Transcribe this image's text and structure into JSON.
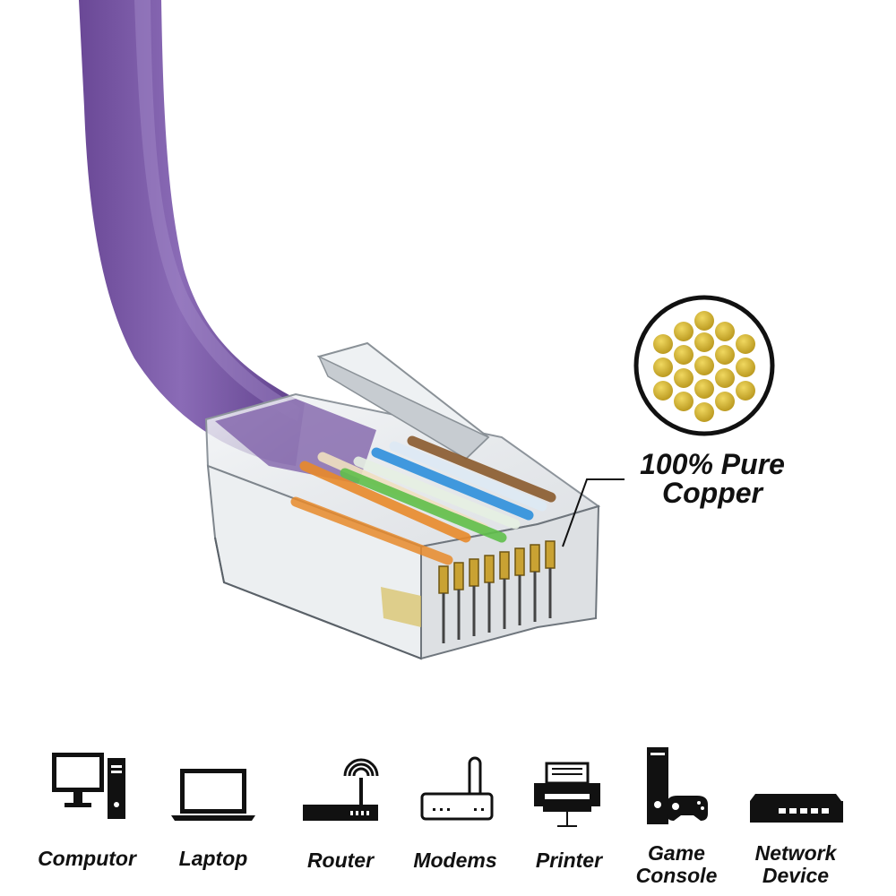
{
  "copper_callout": {
    "line1": "100% Pure",
    "line2": "Copper"
  },
  "colors": {
    "cable_purple": "#7a5aa6",
    "copper_strand": "#d8b92e",
    "icon_black": "#111111"
  },
  "devices": [
    {
      "label": "Computor",
      "icon": "computer-icon"
    },
    {
      "label": "Laptop",
      "icon": "laptop-icon"
    },
    {
      "label": "Router",
      "icon": "router-icon"
    },
    {
      "label": "Modems",
      "icon": "modem-icon"
    },
    {
      "label": "Printer",
      "icon": "printer-icon"
    },
    {
      "label_line1": "Game",
      "label_line2": "Console",
      "icon": "game-console-icon"
    },
    {
      "label_line1": "Network",
      "label_line2": "Device",
      "icon": "network-device-icon"
    }
  ]
}
